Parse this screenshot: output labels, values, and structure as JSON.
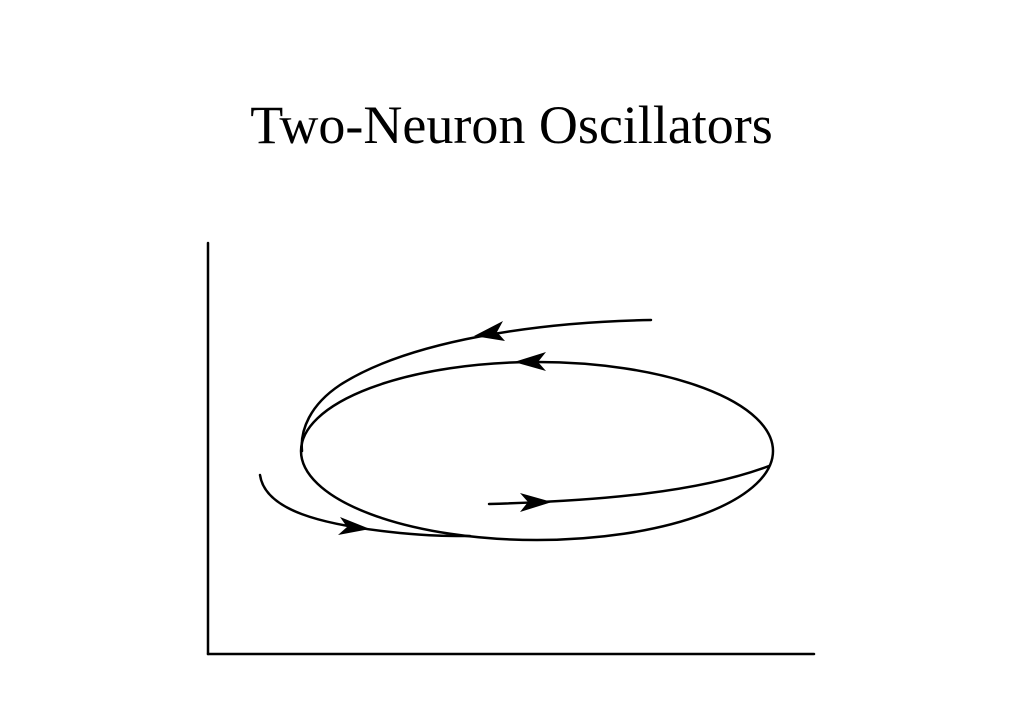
{
  "slide": {
    "title": "Two-Neuron Oscillators"
  },
  "diagram": {
    "type": "phase-plane limit cycle",
    "stroke_color": "#000000",
    "background_color": "#ffffff",
    "elements": [
      "y-axis",
      "x-axis",
      "limit-cycle",
      "outer-trajectory",
      "inner-trajectory",
      "lower-trajectory"
    ]
  }
}
